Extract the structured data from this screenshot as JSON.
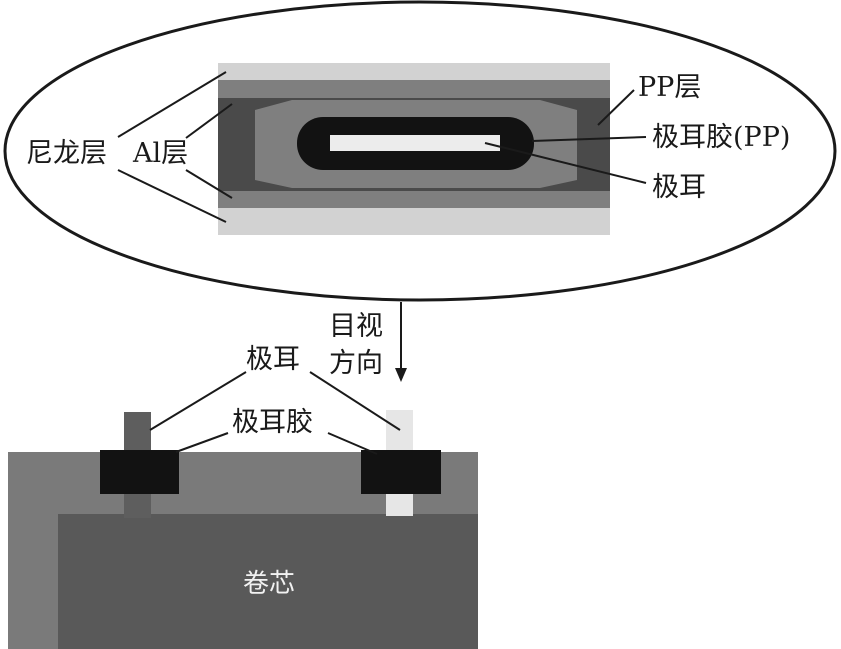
{
  "labels": {
    "nylon_layer": "尼龙层",
    "al_layer": "Al层",
    "pp_layer": "PP层",
    "tab_glue_pp": "极耳胶(PP)",
    "tab_top": "极耳",
    "view_direction_line1": "目视",
    "view_direction_line2": "方向",
    "tab_bottom": "极耳",
    "tab_glue": "极耳胶",
    "core": "卷芯"
  },
  "colors": {
    "nylon": "#d2d2d2",
    "pp": "#7f7f7f",
    "al": "#4a4a4a",
    "glue": "#121212",
    "tab_metal": "#e6e6e6",
    "pouch": "#7a7a7a",
    "core": "#595959"
  }
}
